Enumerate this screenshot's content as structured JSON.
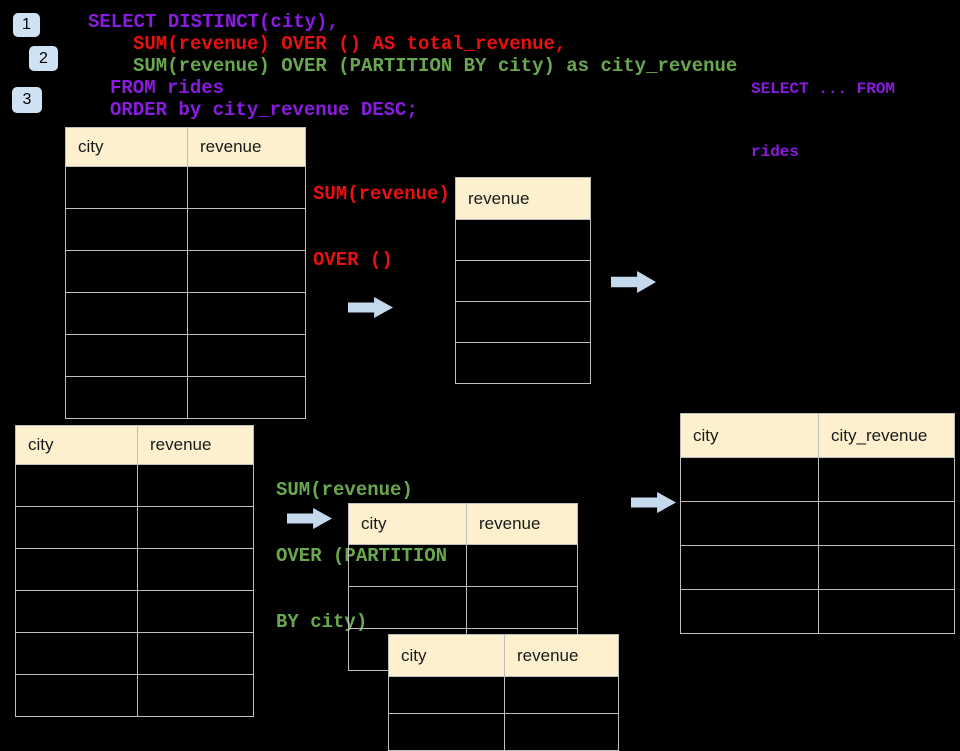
{
  "colors": {
    "background": "#000000",
    "purple": "#8A1BE0",
    "red": "#EA1010",
    "green": "#6AA84F",
    "accent_blue": "#CFE2F3",
    "arrow_blue": "#C5D9ED",
    "table_header_fill": "#FCF0CE",
    "table_border": "#BDBDBD"
  },
  "icons": {
    "flow_arrow": "right-block-arrow"
  },
  "badges": [
    {
      "label": "1"
    },
    {
      "label": "2"
    },
    {
      "label": "3"
    }
  ],
  "sql": {
    "lines": [
      {
        "text": "SELECT DISTINCT(city),",
        "color": "purple"
      },
      {
        "text": "SUM(revenue) OVER () AS total_revenue,",
        "color": "red"
      },
      {
        "text": "SUM(revenue) OVER (PARTITION BY city) as city_revenue",
        "color": "green"
      },
      {
        "text": "FROM rides",
        "color": "purple"
      },
      {
        "text": "ORDER by city_revenue DESC;",
        "color": "purple"
      }
    ]
  },
  "side_note": {
    "color": "purple",
    "lines": [
      "SELECT ... FROM",
      "rides"
    ]
  },
  "annotations": {
    "total": {
      "color": "red",
      "lines": [
        "SUM(revenue)",
        "OVER ()"
      ]
    },
    "partition": {
      "color": "green",
      "lines": [
        "SUM(revenue)",
        "OVER (PARTITION",
        "BY city)"
      ]
    }
  },
  "tables": [
    {
      "id": "source",
      "columns": [
        "city",
        "revenue"
      ],
      "body_rows": 6
    },
    {
      "id": "total",
      "columns": [
        "revenue"
      ],
      "body_rows": 4
    },
    {
      "id": "source2",
      "columns": [
        "city",
        "revenue"
      ],
      "body_rows": 6
    },
    {
      "id": "part1",
      "columns": [
        "city",
        "revenue"
      ],
      "body_rows": 3
    },
    {
      "id": "part2",
      "columns": [
        "city",
        "revenue"
      ],
      "body_rows": 2
    },
    {
      "id": "result",
      "columns": [
        "city",
        "city_revenue"
      ],
      "body_rows": 4
    }
  ]
}
